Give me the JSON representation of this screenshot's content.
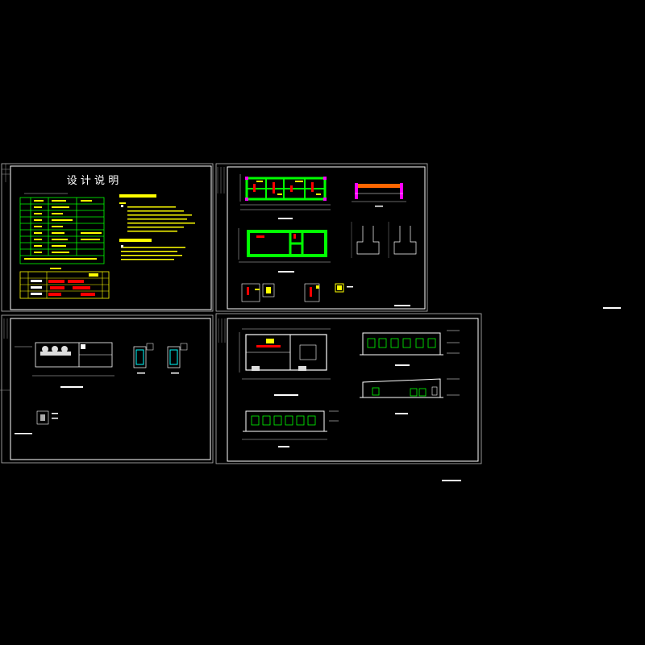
{
  "colors": {
    "background": "#000000",
    "frame": "#ffffff",
    "table_lines": "#00ff00",
    "accent_yellow": "#ffff00",
    "accent_red": "#ff0000",
    "accent_magenta": "#ff00ff",
    "accent_cyan": "#00ffff",
    "dim": "#9a9a9a"
  },
  "sheet1": {
    "title": "设 计 说 明"
  },
  "sheets": [
    {
      "id": "design-notes"
    },
    {
      "id": "foundation-structure"
    },
    {
      "id": "floor-plan-details"
    },
    {
      "id": "architecture-elevations"
    }
  ]
}
